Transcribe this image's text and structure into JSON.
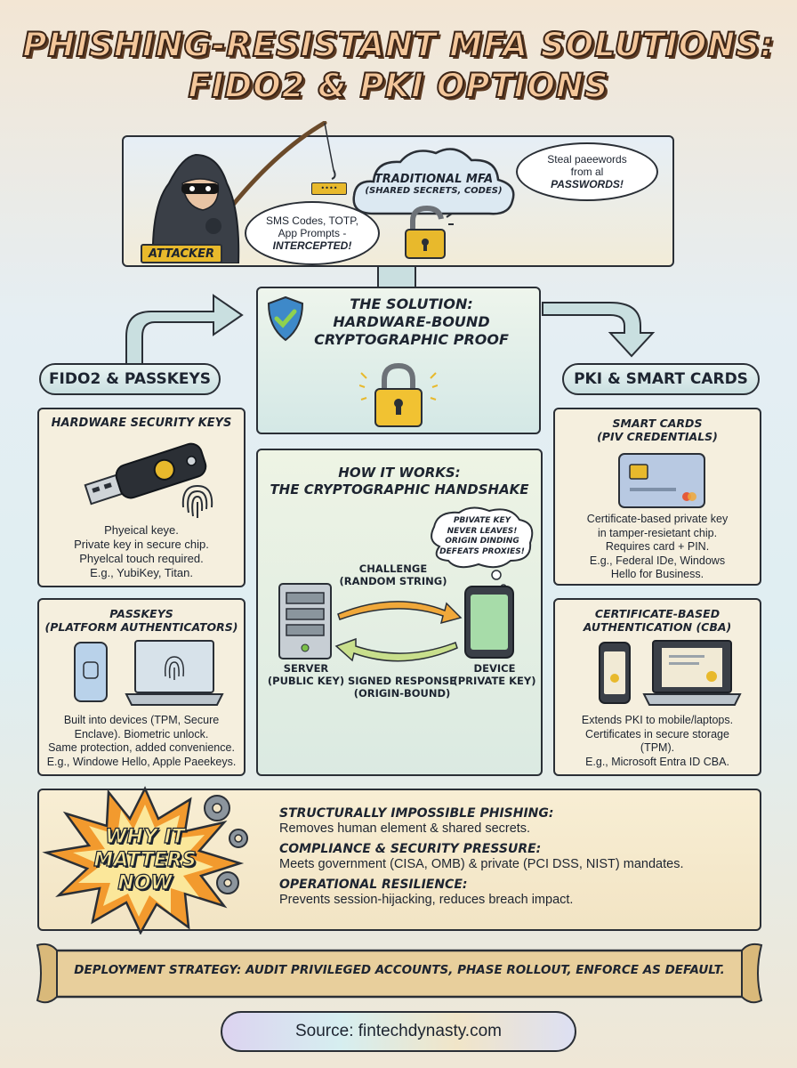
{
  "title": {
    "line1": "PHISHING-RESISTANT MFA SOLUTIONS:",
    "line2": "FIDO2 & PKI OPTIONS"
  },
  "threat": {
    "attacker_label": "ATTACKER",
    "cloud_title": "TRADITIONAL MFA",
    "cloud_subtitle": "(SHARED SECRETS, CODES)",
    "bubble_codes_text": "SMS Codes, TOTP, App Prompts -",
    "bubble_codes_emphasis": "INTERCEPTED!",
    "bubble_steal_text": "Steal paeewords from al",
    "bubble_steal_emphasis": "PASSWORDS!"
  },
  "solution": {
    "line1": "THE SOLUTION:",
    "line2": "HARDWARE-BOUND",
    "line3": "CRYPTOGRAPHIC PROOF"
  },
  "fido2": {
    "pill_label": "FIDO2 & PASSKEYS",
    "hw_title": "HARDWARE SECURITY KEYS",
    "hw_text": [
      "Phyeical keye.",
      "Private key in secure chip.",
      "Phyelcal touch required.",
      "E.g., YubiKey, Titan."
    ],
    "pk_title_line1": "PASSKEYS",
    "pk_title_line2": "(PLATFORM AUTHENTICATORS)",
    "pk_text": [
      "Built into devices (TPM, Secure",
      "Enclave). Biometric unlock.",
      "Same protection, added convenience.",
      "E.g., Windowe Hello, Apple Paeekeys."
    ]
  },
  "how": {
    "title_line1": "HOW IT WORKS:",
    "title_line2": "THE CRYPTOGRAPHIC HANDSHAKE",
    "thought": [
      "PBIVATE KEY",
      "NEVER LEAVES!",
      "ORIGIN DINDING",
      "DEFEATS PROXIES!"
    ],
    "challenge_line1": "CHALLENGE",
    "challenge_line2": "(RANDOM STRING)",
    "server_line1": "SERVER",
    "server_line2": "(PUBLIC KEY)",
    "response_line1": "SIGNED RESPONSE",
    "response_line2": "(ORIGIN-BOUND)",
    "device_line1": "DEVICE",
    "device_line2": "(PRIVATE KEY)"
  },
  "pki": {
    "pill_label": "PKI & SMART CARDS",
    "sc_title_line1": "SMART CARDS",
    "sc_title_line2": "(PIV CREDENTIALS)",
    "sc_text": [
      "Certificate-based private key",
      "in tamper-resietant chip.",
      "Requires card + PIN.",
      "E.g., Federal IDe, Windows",
      "Hello for Business."
    ],
    "cba_title_line1": "CERTIFICATE-BASED",
    "cba_title_line2": "AUTHENTICATION (CBA)",
    "cba_text": [
      "Extends PKI to mobile/laptops.",
      "Certificates in secure storage",
      "(TPM).",
      "E.g., Microsoft Entra ID CBA."
    ]
  },
  "why": {
    "burst": [
      "WHY IT",
      "MATTERS",
      "NOW"
    ],
    "items": [
      {
        "heading": "STRUCTURALLY IMPOSSIBLE PHISHING:",
        "text": "Removes human element & shared secrets."
      },
      {
        "heading": "COMPLIANCE & SECURITY PRESSURE:",
        "text": "Meets government (CISA, OMB) & private (PCI DSS, NIST) mandates."
      },
      {
        "heading": "OPERATIONAL RESILIENCE:",
        "text": "Prevents session-hijacking, reduces breach impact."
      }
    ]
  },
  "deployment": "DEPLOYMENT STRATEGY: AUDIT PRIVILEGED ACCOUNTS, PHASE ROLLOUT, ENFORCE AS DEFAULT.",
  "source": "Source: fintechdynasty.com",
  "colors": {
    "outline": "#2a2f36",
    "panel": "#f5efde",
    "gold": "#e8b92c",
    "teal": "#c9dfe0",
    "burst": "#f29a2e"
  }
}
